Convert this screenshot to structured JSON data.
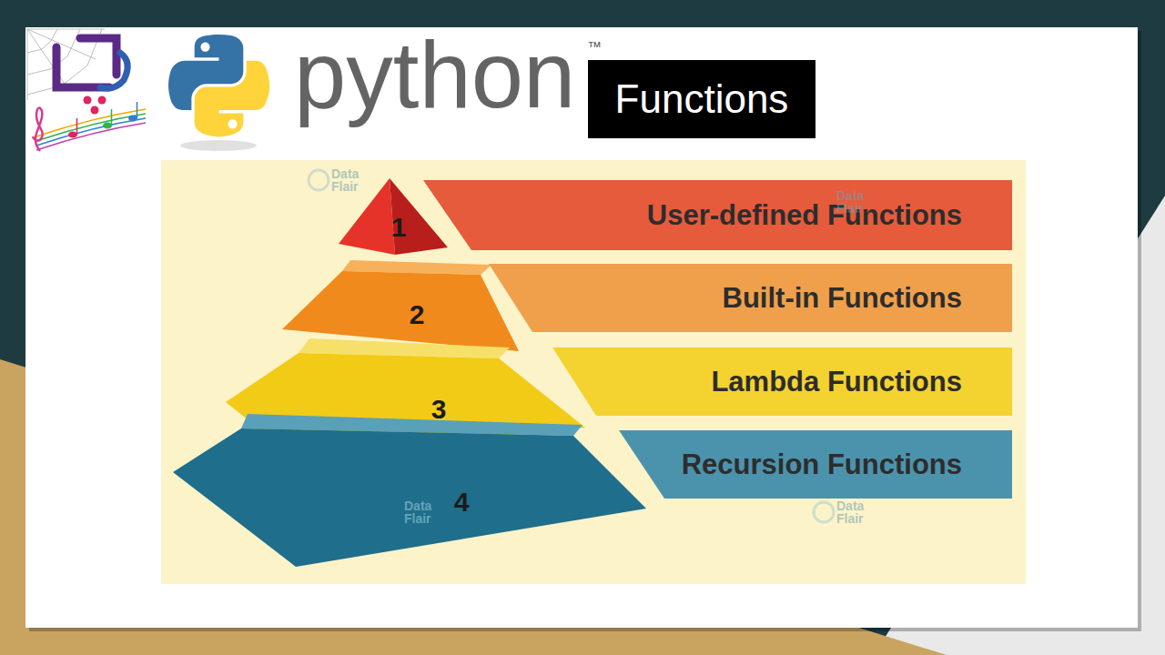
{
  "diagram": {
    "nodes": [
      {
        "text": [
          "Functions"
        ]
      },
      {
        "text": [
          "1"
        ]
      },
      {
        "text": [
          "User-defined Functions"
        ]
      },
      {
        "text": [
          "2"
        ]
      },
      {
        "text": [
          "Built-in Functions"
        ]
      },
      {
        "text": [
          "3"
        ]
      },
      {
        "text": [
          "Lambda Functions"
        ]
      },
      {
        "text": [
          "4"
        ]
      },
      {
        "text": [
          "Recursion Functions"
        ]
      }
    ],
    "labels": [
      "python",
      "™",
      "Data Flair",
      "Data Flair",
      "Data Flair",
      "Data Flair"
    ]
  }
}
